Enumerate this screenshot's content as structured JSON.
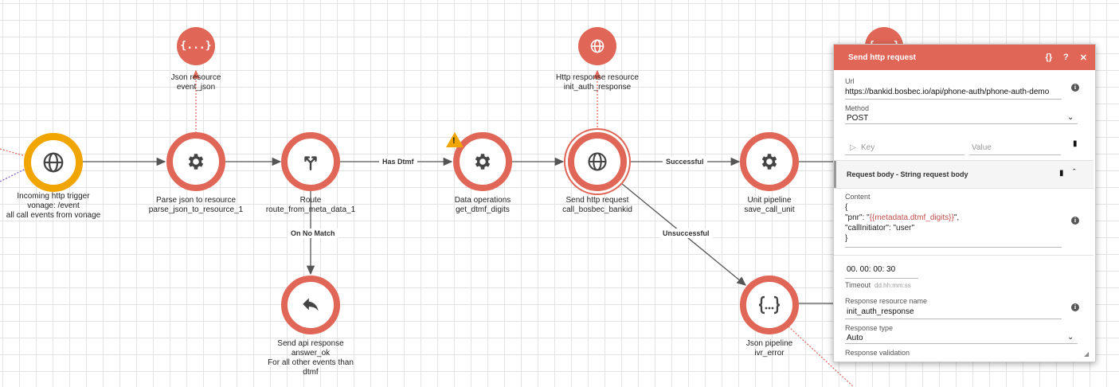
{
  "nodes": {
    "incoming": {
      "title": "Incoming http trigger",
      "line2": "vonage: /event",
      "line3": "all call events from vonage",
      "icon": "globe-icon"
    },
    "parse": {
      "title": "Parse json to resource",
      "name": "parse_json_to_resource_1",
      "icon": "gear-icon"
    },
    "route": {
      "title": "Route",
      "name": "route_from_meta_data_1",
      "icon": "split-arrow-icon"
    },
    "dataops": {
      "title": "Data operations",
      "name": "get_dtmf_digits",
      "icon": "gear-icon"
    },
    "sendhttp": {
      "title": "Send http request",
      "name": "call_bosbec_bankid",
      "icon": "globe-icon"
    },
    "unit": {
      "title": "Unit pipeline",
      "name": "save_call_unit",
      "icon": "gear-icon"
    },
    "answer": {
      "title": "Send api response",
      "name": "answer_ok",
      "line3": "For all other events than",
      "line4": "dtmf",
      "icon": "reply-icon"
    },
    "jsonpipe": {
      "title": "Json pipeline",
      "name": "ivr_error",
      "icon": "braces-icon"
    }
  },
  "resources": {
    "json": {
      "title": "Json resource",
      "name": "event_json",
      "icon": "{...}"
    },
    "http": {
      "title": "Http response resource",
      "name": "init_auth_response",
      "icon": "globe-icon"
    },
    "partial": {
      "icon": "{...}"
    }
  },
  "edge_labels": {
    "has_dtmf": "Has Dtmf",
    "no_match": "On No Match",
    "successful": "Successful",
    "unsuccessful": "Unsuccessful"
  },
  "warning_icon": "!",
  "panel": {
    "title": "Send http request",
    "header_buttons": {
      "braces": "{}",
      "help": "?",
      "close": "✕"
    },
    "url_label": "Url",
    "url_value": "https://bankid.bosbec.io/api/phone-auth/phone-auth-demo",
    "method_label": "Method",
    "method_value": "POST",
    "key_placeholder": "Key",
    "value_placeholder": "Value",
    "request_body_title": "Request body - String request body",
    "content_label": "Content",
    "content_line1": "{",
    "content_line2_pre": "\"pnr\": \"",
    "content_line2_var": "{{metadata.dtmf_digits}}",
    "content_line2_post": "\",",
    "content_line3": "\"callInitiator\": \"user\"",
    "content_line4": "}",
    "timeout_value": "00. 00: 00: 30",
    "timeout_label": "Timeout",
    "timeout_hint": "dd.hh:mm:ss",
    "resp_name_label": "Response resource name",
    "resp_name_value": "init_auth_response",
    "resp_type_label": "Response type",
    "resp_type_value": "Auto",
    "resp_validation_label": "Response validation"
  },
  "colors": {
    "accent": "#e06657",
    "trigger": "#f0a500",
    "grid": "#e3e3e3"
  }
}
